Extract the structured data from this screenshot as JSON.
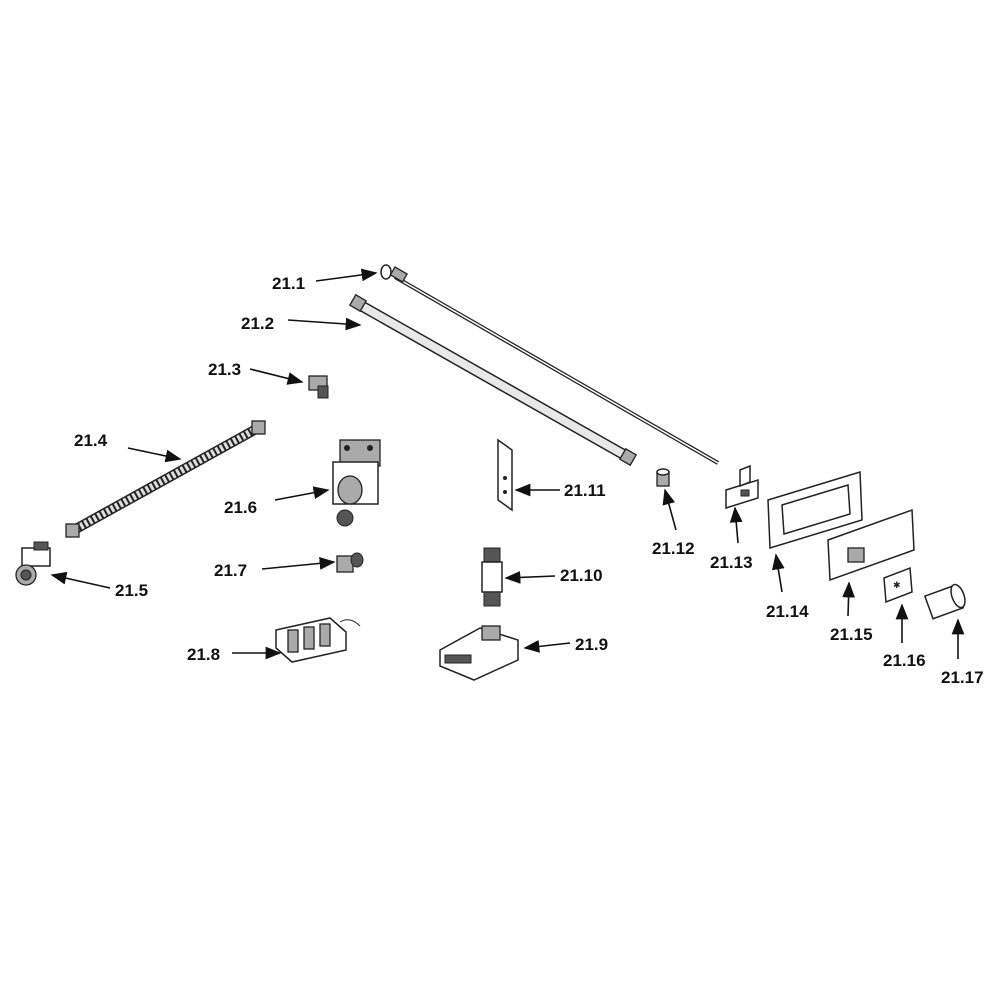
{
  "diagram": {
    "colors": {
      "line": "#111111",
      "background": "#ffffff"
    },
    "labels": [
      "21.1",
      "21.2",
      "21.3",
      "21.4",
      "21.5",
      "21.6",
      "21.7",
      "21.8",
      "21.9",
      "21.10",
      "21.11",
      "21.12",
      "21.13",
      "21.14",
      "21.15",
      "21.16",
      "21.17"
    ]
  }
}
